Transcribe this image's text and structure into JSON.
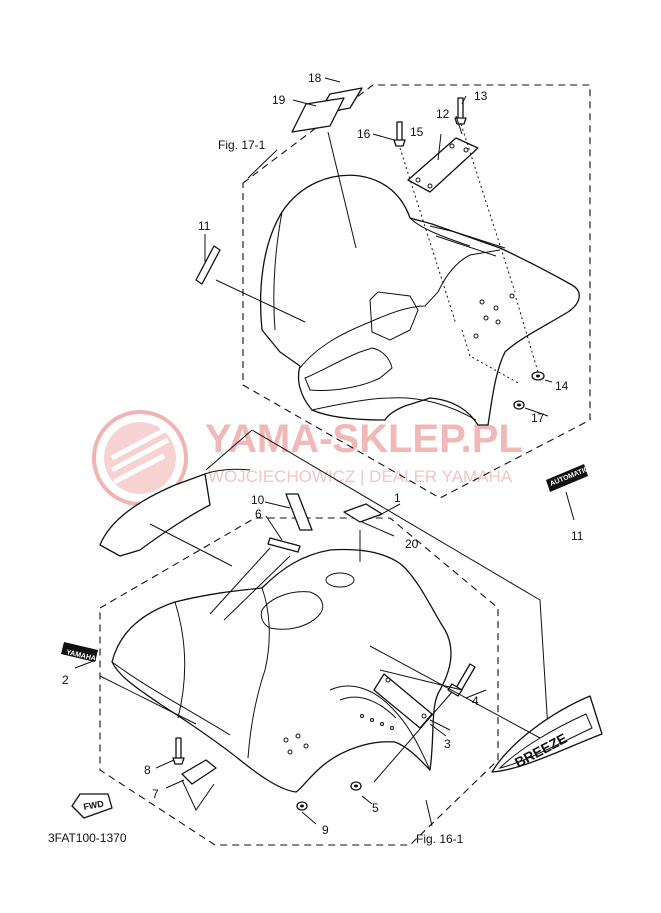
{
  "watermark": {
    "brand": "YAMA-SKLEP.PL",
    "subtitle": "WOJCIECHOWICZ | DEALER YAMAHA",
    "logo_color": "#e88b8b"
  },
  "figures": {
    "upper": "Fig. 17-1",
    "lower": "Fig. 16-1"
  },
  "diagram_code": "3FAT100-1370",
  "callouts": [
    "1",
    "2",
    "3",
    "4",
    "5",
    "6",
    "7",
    "8",
    "9",
    "10",
    "11",
    "11",
    "12",
    "13",
    "14",
    "15",
    "16",
    "17",
    "18",
    "19",
    "20"
  ],
  "decals": {
    "breeze": "BREEZE",
    "fwd": "FWD",
    "automatic": "AUTOMATIC",
    "yamaha": "YAMAHA"
  }
}
